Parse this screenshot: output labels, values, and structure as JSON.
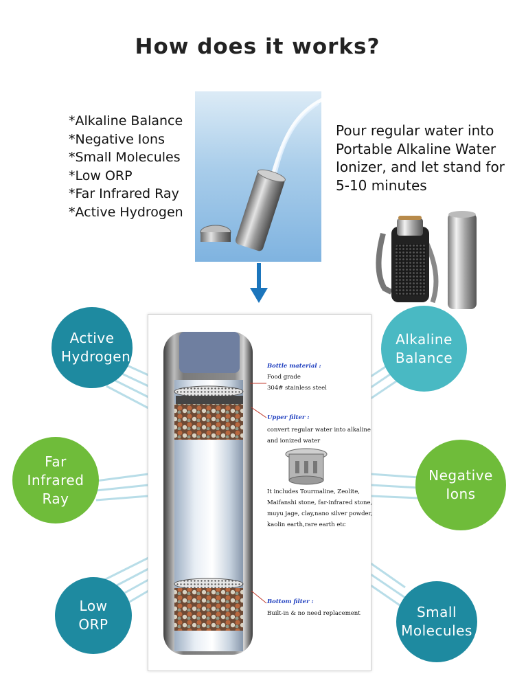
{
  "title": "How does it works?",
  "features": [
    "*Alkaline Balance",
    "*Negative Ions",
    "*Small Molecules",
    "*Low ORP",
    "*Far Infrared Ray",
    "*Active Hydrogen"
  ],
  "instruction": "Pour regular water into Portable Alkaline Water Ionizer, and let stand for 5-10 minutes",
  "circles": {
    "active_hydrogen": "Active Hydrogen",
    "far_infrared": "Far Infrared Ray",
    "low_orp": "Low ORP",
    "alkaline_balance": "Alkaline Balance",
    "negative_ions": "Negative Ions",
    "small_molecules": "Small Molecules"
  },
  "panel": {
    "bottle_material_heading": "Bottle material :",
    "bottle_material_line1": "Food grade",
    "bottle_material_line2": "304# stainless steel",
    "upper_filter_heading": "Upper filter :",
    "upper_filter_line1": "convert regular water into alkaline",
    "upper_filter_line2": "and ionized water",
    "includes_line1": "It includes Tourmaline, Zeolite,",
    "includes_line2": "Maifanshi stone, far-infrared stone,",
    "includes_line3": "muyu jage, clay,nano silver powder,",
    "includes_line4": "kaolin earth,rare earth etc",
    "bottom_filter_heading": "Bottom filter :",
    "bottom_filter_line1": "Built-in & no need replacement"
  },
  "colors": {
    "blue_circle": "#2a86a8",
    "teal_circle": "#49b9c3",
    "green_circle": "#6fbc3a",
    "arrow": "#1b75bc",
    "heading_blue": "#1f3fbf",
    "pointer_line": "#c0392b"
  }
}
